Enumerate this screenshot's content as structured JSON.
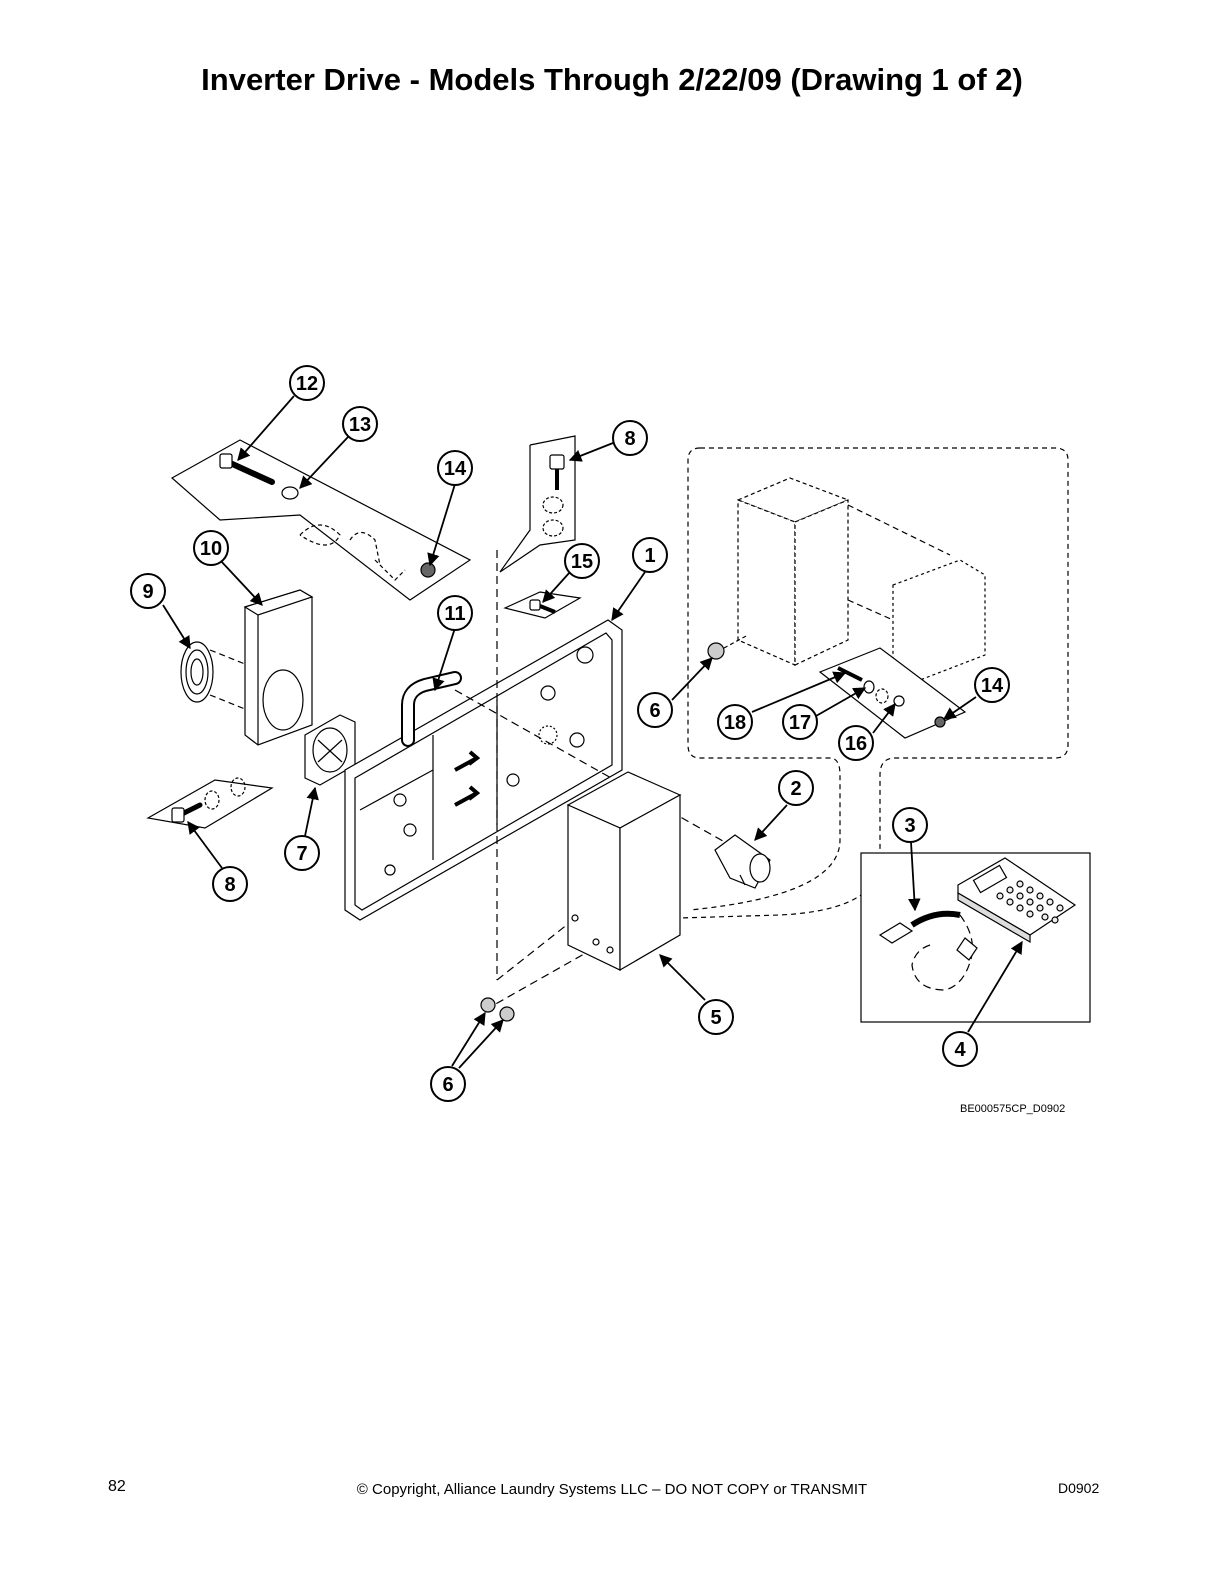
{
  "page": {
    "title": "Inverter Drive - Models Through 2/22/09 (Drawing 1 of 2)",
    "page_number": "82",
    "copyright": "© Copyright, Alliance Laundry Systems LLC – DO NOT COPY or TRANSMIT",
    "doc_code": "D0902"
  },
  "diagram": {
    "drawing_id": "BE000575CP_D0902",
    "callouts": [
      "12",
      "13",
      "14",
      "8",
      "10",
      "9",
      "15",
      "1",
      "11",
      "6",
      "18",
      "17",
      "14",
      "16",
      "2",
      "3",
      "7",
      "8",
      "5",
      "4",
      "6"
    ]
  }
}
